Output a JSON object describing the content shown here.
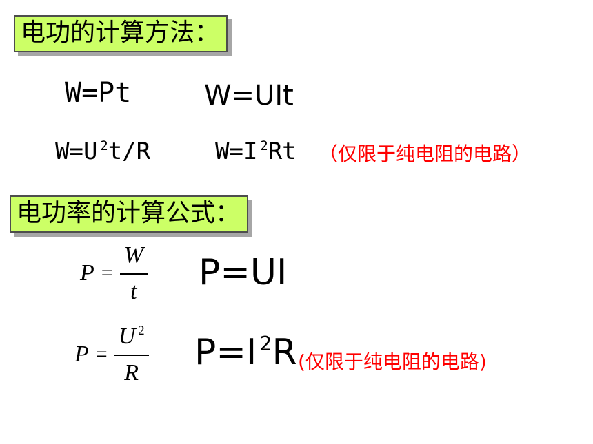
{
  "section_work": {
    "heading": "电功的计算方法：",
    "formula_pt": "W=Pt",
    "formula_uit": "W=UIt",
    "formula_u2": {
      "prefix": "W=U",
      "sup": "2",
      "suffix": "t/R"
    },
    "formula_i2": {
      "prefix": "W=I",
      "sup": "2",
      "suffix": "Rt"
    },
    "note": "（仅限于纯电阻的电路）"
  },
  "section_power": {
    "heading": "电功率的计算公式：",
    "frac1": {
      "lhs": "P",
      "eq": "=",
      "num": "W",
      "den": "t"
    },
    "formula_ui": "P=UI",
    "frac2": {
      "lhs": "P",
      "eq": "=",
      "num": "U",
      "num_sup": "2",
      "den": "R"
    },
    "formula_i2r": {
      "prefix": "P=I",
      "sup": "2",
      "suffix": "R"
    },
    "note": "(仅限于纯电阻的电路)"
  }
}
